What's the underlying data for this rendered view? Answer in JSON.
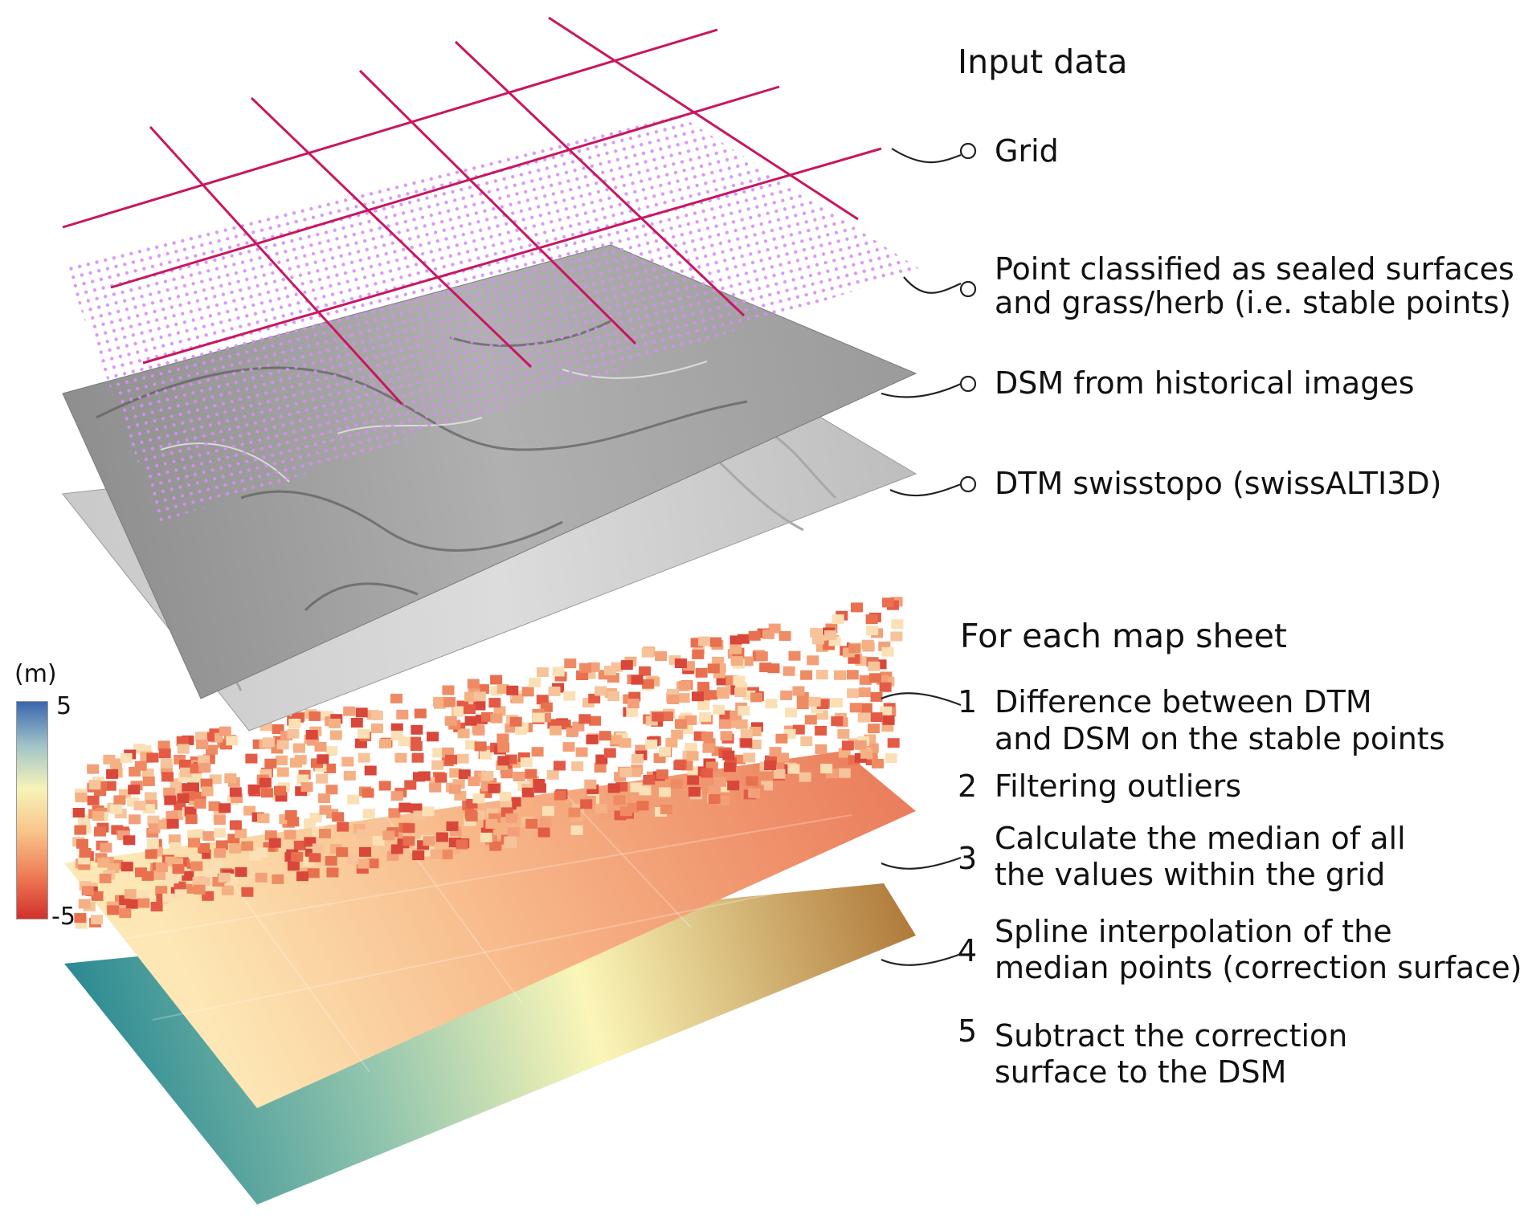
{
  "input_header": "Input data",
  "input_items": [
    "Grid",
    "Point classified as sealed surfaces",
    "and grass/herb (i.e. stable points)",
    "DSM from historical images",
    "DTM swisstopo (swissALTI3D)"
  ],
  "process_header": "For each map sheet",
  "steps": [
    {
      "num": "1",
      "lines": [
        "Difference between DTM",
        "and DSM on the stable points"
      ]
    },
    {
      "num": "2",
      "lines": [
        "Filtering outliers"
      ]
    },
    {
      "num": "3",
      "lines": [
        "Calculate the median of all",
        "the values within the grid"
      ]
    },
    {
      "num": "4",
      "lines": [
        "Spline interpolation of the",
        "median points (correction surface)"
      ]
    },
    {
      "num": "5",
      "lines": [
        "Subtract the correction",
        "surface to the DSM"
      ]
    }
  ],
  "legend": {
    "unit": "(m)",
    "max_label": "5",
    "min_label": "-5",
    "colors": [
      "#3a66ad",
      "#9fc3c8",
      "#f6f4b8",
      "#f8c48a",
      "#ee7d56",
      "#d2302b"
    ]
  },
  "colors": {
    "grid": "#c8175f",
    "points": "#d58df5",
    "leader": "#222222"
  }
}
